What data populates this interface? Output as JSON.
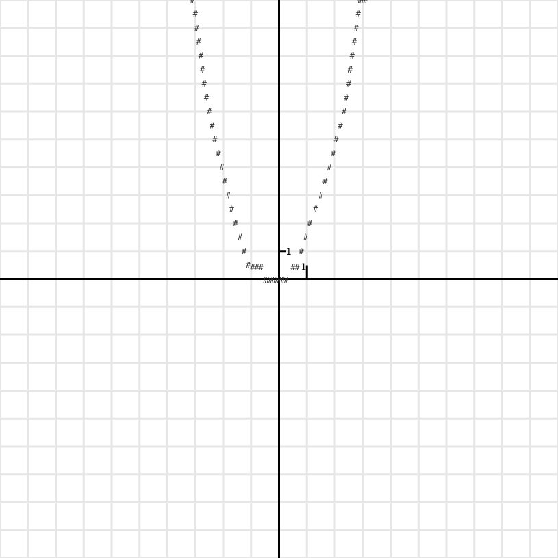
{
  "chart_data": {
    "type": "scatter",
    "title": "",
    "xlabel": "",
    "ylabel": "",
    "xlim": [
      -10,
      10
    ],
    "ylim": [
      -10,
      10
    ],
    "grid": true,
    "grid_step": 1,
    "tick_labels": {
      "x": "1",
      "y": "1"
    },
    "colors": {
      "grid": "#e6e6e6",
      "axis": "#000000",
      "marker": "#333333"
    },
    "marker_glyph": "#",
    "series": [
      {
        "x": [
          -3.1,
          -3.0,
          -2.95,
          -2.88,
          -2.8,
          -2.75,
          -2.68,
          -2.6,
          -2.5,
          -2.4,
          -2.3,
          -2.17,
          -2.05,
          -1.95,
          -1.82,
          -1.7,
          -1.56,
          -1.4,
          -1.25,
          -1.1,
          -0.95,
          -0.8,
          -0.65,
          -0.5,
          -0.37,
          -0.25,
          -0.13,
          0.0,
          0.13,
          0.25,
          0.5,
          0.65,
          0.8,
          0.95,
          1.1,
          1.3,
          1.5,
          1.65,
          1.8,
          1.95,
          2.05,
          2.2,
          2.33,
          2.42,
          2.5,
          2.55,
          2.62,
          2.7,
          2.77,
          2.84,
          2.9,
          2.96,
          3.03,
          3.1
        ],
        "y": [
          10.0,
          9.5,
          9.0,
          8.5,
          8.0,
          7.5,
          7.0,
          6.5,
          6.0,
          5.5,
          5.0,
          4.5,
          4.0,
          3.5,
          3.0,
          2.5,
          2.0,
          1.5,
          1.0,
          0.5,
          0.4,
          0.4,
          0.4,
          -0.05,
          -0.05,
          -0.05,
          -0.05,
          -0.05,
          -0.05,
          -0.05,
          0.4,
          0.4,
          1.0,
          1.5,
          2.0,
          2.5,
          3.0,
          3.5,
          4.0,
          4.5,
          5.0,
          5.5,
          6.0,
          6.5,
          7.0,
          7.5,
          8.0,
          8.5,
          9.0,
          9.5,
          10.0,
          10.0,
          10.0,
          10.0
        ]
      }
    ]
  }
}
